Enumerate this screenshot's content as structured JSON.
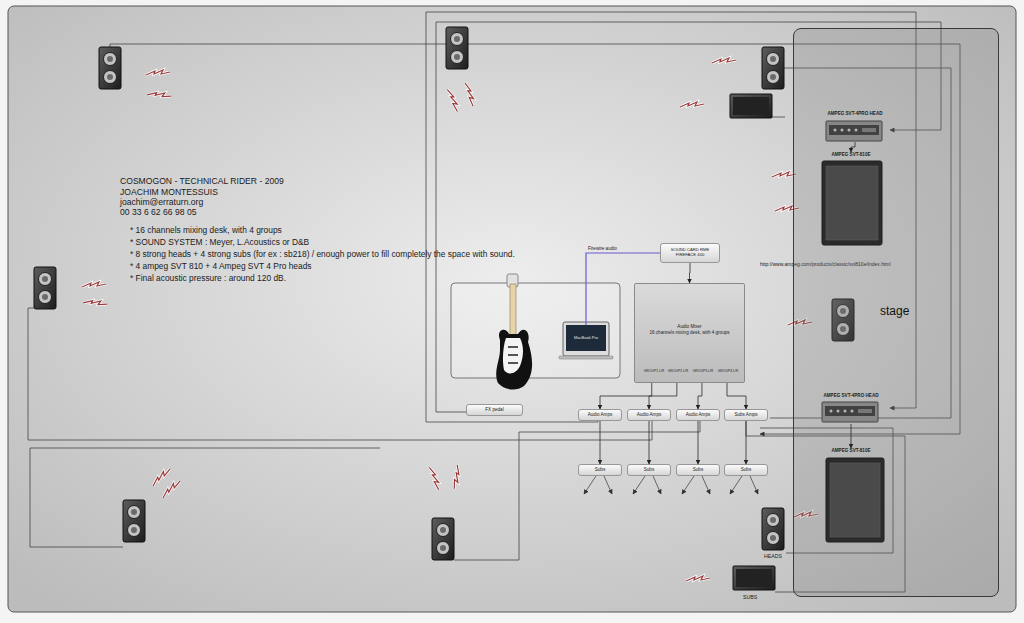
{
  "diagram": {
    "title": "COSMOGON - TECHNICAL RIDER - 2009",
    "nodes": [
      {
        "text": [
          "stage"
        ]
      },
      {
        "text": [
          "AMPEG SVT-4PRO HEAD"
        ],
        "in": 0
      },
      {
        "text": [
          "AMPEG SVT-810E"
        ],
        "in": 0
      },
      {
        "text": [
          "AMPEG SVT-4PRO HEAD"
        ],
        "in": 0
      },
      {
        "text": [
          "AMPEG SVT-810E"
        ],
        "in": 0
      },
      {
        "text": [
          "SOUND CARD RME FIREFACE 400"
        ]
      },
      {
        "text": [
          "MacBook Pro"
        ]
      },
      {
        "text": [
          "Audio Mixer",
          "16 channels mixing desk, with 4 groups",
          "GROUP1 L/R",
          "GROUP2 L/R",
          "GROUP3 L/R",
          "GROUP4 L/R"
        ]
      },
      {
        "text": [
          "FX pedal"
        ]
      },
      {
        "text": [
          "Audio Amps"
        ]
      },
      {
        "text": [
          "Audio Amps"
        ]
      },
      {
        "text": [
          "Audio Amps"
        ]
      },
      {
        "text": [
          "Subs Amps"
        ]
      },
      {
        "text": [
          "Subs"
        ]
      },
      {
        "text": [
          "Subs"
        ]
      },
      {
        "text": [
          "Subs"
        ]
      },
      {
        "text": [
          "Subs"
        ]
      }
    ],
    "edges": [
      {
        "from": 1,
        "to": 2,
        "arrow": "to"
      },
      {
        "from": 3,
        "to": 4,
        "arrow": "to"
      },
      {
        "from": 6,
        "to": 5,
        "arrow": "none",
        "label": "Firewire audio"
      },
      {
        "from": 5,
        "to": 7,
        "arrow": "to"
      },
      {
        "from": 7,
        "to": 9,
        "arrow": "to"
      },
      {
        "from": 7,
        "to": 10,
        "arrow": "to"
      },
      {
        "from": 7,
        "to": 11,
        "arrow": "to"
      },
      {
        "from": 7,
        "to": 12,
        "arrow": "to"
      },
      {
        "from": 9,
        "to": 13,
        "arrow": "to"
      },
      {
        "from": 10,
        "to": 14,
        "arrow": "to"
      },
      {
        "from": 11,
        "to": 15,
        "arrow": "to"
      },
      {
        "from": 12,
        "to": 16,
        "arrow": "to"
      }
    ],
    "labels": [
      "JOACHIM MONTESSUIS",
      "joachim@erraturn.org",
      "00 33 6 62 66 98 05",
      "* 16 channels mixing desk, with 4 groups",
      "* SOUND SYSTEM : Meyer, L.Acoustics or D&B",
      "* 8 strong heads + 4 strong subs (for ex : sb218) / enough power to fill completely the space with sound.",
      "* 4 ampeg SVT 810 + 4 Ampeg SVT 4 Pro heads",
      "* Final acoustic pressure : around 120 dB.",
      "http://www.ampeg.com/products/classic/svt810e/index.html",
      "HEADS",
      "SUBS"
    ]
  }
}
